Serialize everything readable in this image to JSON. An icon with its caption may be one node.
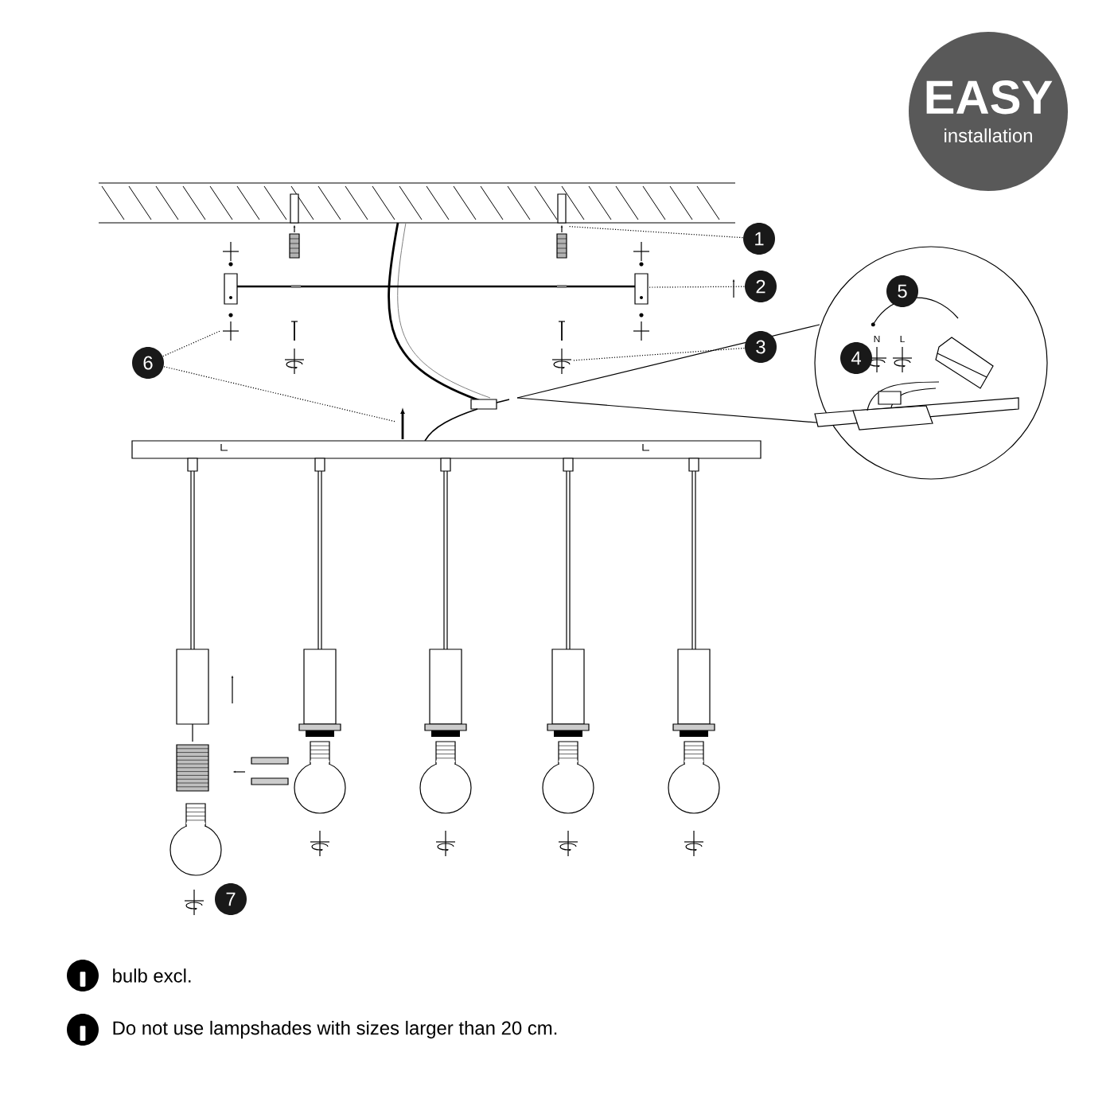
{
  "diagram": {
    "nodes": [
      {
        "text": [
          "EASY",
          "installation"
        ]
      },
      {
        "text": [
          "1"
        ]
      },
      {
        "text": [
          "2"
        ]
      },
      {
        "text": [
          "3"
        ]
      },
      {
        "text": [
          "4"
        ]
      },
      {
        "text": [
          "5"
        ]
      },
      {
        "text": [
          "6"
        ]
      },
      {
        "text": [
          "7"
        ]
      },
      {
        "text": [],
        "shape": "picture"
      },
      {
        "text": [],
        "shape": "picture"
      },
      {
        "text": [],
        "shape": "picture"
      },
      {
        "text": [],
        "shape": "picture"
      },
      {
        "text": [],
        "shape": "arrow"
      }
    ],
    "edges": [
      {
        "from": 1,
        "to": 8,
        "arrow": "none"
      },
      {
        "from": 2,
        "to": 9,
        "arrow": "none"
      },
      {
        "from": 3,
        "to": 10,
        "arrow": "none"
      },
      {
        "from": 6,
        "to": 11,
        "arrow": "none"
      },
      {
        "from": 6,
        "to": 12,
        "arrow": "none"
      }
    ],
    "labels": [
      "N",
      "L",
      "bulb excl.",
      "Do not use lampshades with sizes larger than 20 cm."
    ]
  }
}
